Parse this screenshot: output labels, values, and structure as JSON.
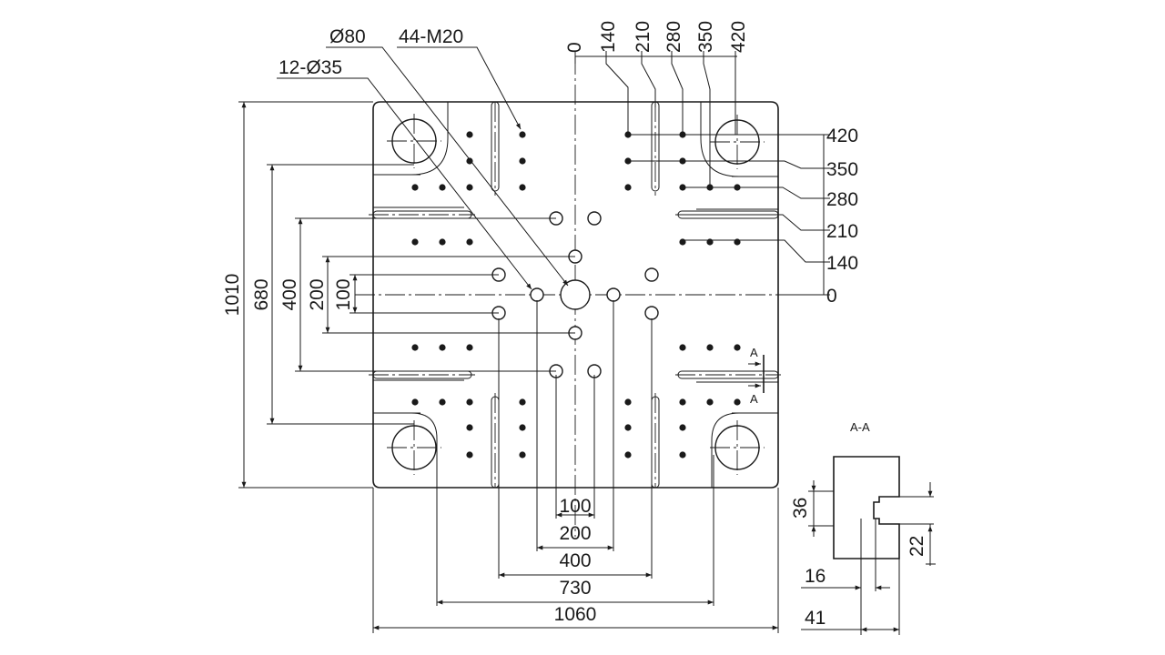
{
  "title": "",
  "callouts": {
    "center_hole": "Ø80",
    "threaded_holes": "44-M20",
    "tie_bar_holes": "12-Ø35"
  },
  "dimensions": {
    "top_scale": [
      "0",
      "140",
      "210",
      "280",
      "350",
      "420"
    ],
    "right_scale": [
      "420",
      "350",
      "280",
      "210",
      "140",
      "0"
    ],
    "left": [
      "1010",
      "680",
      "400",
      "200",
      "100"
    ],
    "bottom": [
      "100",
      "200",
      "400",
      "730",
      "1060"
    ]
  },
  "section": {
    "title": "A-A",
    "marker": "A",
    "dims": [
      "36",
      "22",
      "16",
      "41"
    ]
  },
  "colors": {
    "line": "#1a1a1a",
    "background": "#ffffff"
  }
}
